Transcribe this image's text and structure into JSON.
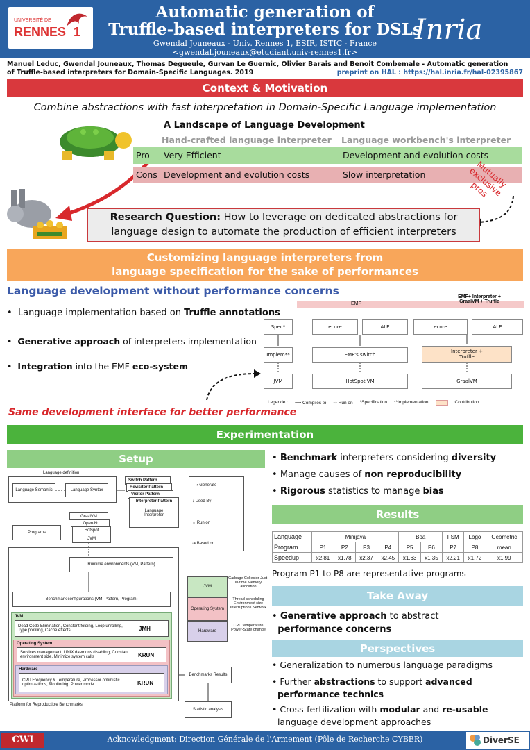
{
  "header": {
    "title_line1": "Automatic generation of",
    "title_line2": "Truffle-based interpreters for DSLs",
    "authors": "Gwendal Jouneaux - Univ. Rennes 1, ESIR, ISTIC - France",
    "email": "<gwendal.jouneaux@etudiant.univ-rennes1.fr>",
    "logo_left_small": "UNIVERSITÉ DE",
    "logo_left_big": "RENNES",
    "logo_left_num": "1",
    "logo_right": "Inria"
  },
  "citation": {
    "line1": "Manuel Leduc, Gwendal Jouneaux, Thomas Degueule, Gurvan Le Guernic, Olivier Barais and Benoit Combemale  - Automatic generation",
    "line2": "of Truffle-based interpreters for Domain-Specific Languages. 2019",
    "preprint": "preprint on HAL : https://hal.inria.fr/hal-02395867"
  },
  "context": {
    "bar_title": "Context & Motivation",
    "subtitle": "Combine abstractions with fast interpretation in Domain-Specific Language implementation",
    "table_title": "A Landscape of Language Development",
    "col1": "Hand-crafted language interpreter",
    "col2": "Language workbench's interpreter",
    "pro_label": "Pro",
    "pro_col1": "Very Efficient",
    "pro_col2": "Development and evolution costs",
    "cons_label": "Cons",
    "cons_col1": "Development and evolution costs",
    "cons_col2": "Slow interpretation",
    "mutually": [
      "Mutually",
      "exclusive",
      "pros"
    ],
    "rq_label": "Research Question:",
    "rq_text1": "How to leverage on dedicated abstractions for",
    "rq_text2": "language design to automate the production of efficient interpreters"
  },
  "custom": {
    "bar_line1": "Customizing language interpreters from",
    "bar_line2": "language specification for the sake of performances",
    "heading": "Language development without performance concerns",
    "b1_pre": "Language implementation based on ",
    "b1_bold": "Truffle annotations",
    "b2_bold": "Generative approach",
    "b2_post": " of interpreters implementation",
    "b3_bold": "Integration",
    "b3_mid": " into the EMF ",
    "b3_bold2": "eco-system",
    "tagline": "Same development interface for better performance",
    "diagram": {
      "emf": "EMF",
      "emf_plus1": "EMF+ Interpreter +",
      "emf_plus2": "GraalVM + Truffle",
      "spec": "Spec*",
      "ecore1": "ecore",
      "ale1": "ALE",
      "ecore2": "ecore",
      "ale2": "ALE",
      "implem": "Implem**",
      "emf_switch": "EMF's switch",
      "interp1": "Interpreter +",
      "interp2": "Truffle",
      "jvm": "JVM",
      "hotspot": "HotSpot VM",
      "graalvm": "GraalVM",
      "legend": "Legende :",
      "compiles": "Compiles to",
      "runon": "Run on",
      "specification": "*Specification",
      "implementation": "**Implementation",
      "contribution": "Contribution"
    }
  },
  "experimentation": {
    "bar_title": "Experimentation",
    "setup_title": "Setup",
    "e1_bold": "Benchmark",
    "e1_mid": " interpreters considering ",
    "e1_bold2": "diversity",
    "e2_pre": "Manage causes of ",
    "e2_bold": "non reproducibility",
    "e3_bold": "Rigorous",
    "e3_mid": " statistics to manage ",
    "e3_bold2": "bias",
    "setup": {
      "lang_def": "Language definition",
      "lang_sem": "Language Semantic",
      "lang_syn": "Language Syntax",
      "switch": "Switch Pattern",
      "revisitor": "Revisitor Pattern",
      "visitor": "Visitor Pattern",
      "interp_pat": "Interpreter Pattern",
      "lang_interp1": "Language",
      "lang_interp2": "Interpreter",
      "generate": "Generate",
      "used_by": "Used By",
      "run_on": "Run on",
      "based_on": "Based on",
      "graalvm": "GraalVM",
      "openj9": "OpenJ9",
      "hotspot": "Hotspot",
      "jvm": "JVM",
      "programs": "Programs",
      "runtime_env": "Runtime environments (VM, Pattern)",
      "bench_conf": "Benchmark configurations (VM, Pattern, Program)",
      "jvm_label": "JVM",
      "jvm_desc": "Dead Code Elimination, Constant folding, Loop unrolling, Type profiling, Cache effects, ..",
      "jmh": "JMH",
      "os_label": "Operating System",
      "os_desc": "Services management, UNIX daemons disabling, Constant environment size, Minimize system calls",
      "krun1": "KRUN",
      "hw_label": "Hardware",
      "hw_desc": "CPU Frequency & Temperature, Processor optimistic optimizations, Monitoring, Power mode",
      "krun2": "KRUN",
      "platform": "Platform for Reproductible Benchmarks",
      "bench_results": "Benchmarks Results",
      "stat": "Statistic analysis",
      "leg_jvm": "JVM",
      "leg_jvm_d": "Garbage Collector Just-in-time Memory allocation",
      "leg_os": "Operating System",
      "leg_os_d": "Thread scheduling Environment size Interruptions Network",
      "leg_hw": "Hardware",
      "leg_hw_d": "CPU temperature Power-State change"
    }
  },
  "results": {
    "title": "Results",
    "row1": [
      "Language",
      "Minijava",
      "Boa",
      "FSM",
      "Logo",
      "Geometric"
    ],
    "row2": [
      "Program",
      "P1",
      "P2",
      "P3",
      "P4",
      "P5",
      "P6",
      "P7",
      "P8",
      "mean"
    ],
    "row3": [
      "Speedup",
      "x2,81",
      "x1,78",
      "x2,37",
      "x2,45",
      "x1,63",
      "x1,35",
      "x2,21",
      "x1,72",
      "x1,99"
    ],
    "note": "Program P1 to P8 are representative programs"
  },
  "takeaway": {
    "title": "Take Away",
    "t_bold": "Generative approach",
    "t_post": " to abstract",
    "t_line2": "performance concerns"
  },
  "perspectives": {
    "title": "Perspectives",
    "p1": "Generalization to numerous language paradigms",
    "p2_pre": "Further ",
    "p2_bold": "abstractions",
    "p2_mid": " to support ",
    "p2_bold2": "advanced",
    "p2_line2": "performance technics",
    "p3_pre": "Cross-fertilization with ",
    "p3_bold": "modular",
    "p3_mid": " and ",
    "p3_bold2": "re-usable",
    "p3_line2": "language development approaches"
  },
  "footer": {
    "cwi": "CWI",
    "ack": "Acknowledgment: Direction Générale de l'Armement (Pôle de Recherche CYBER)",
    "diverse": "DiverSE"
  },
  "colors": {
    "header": "#2b62a4",
    "red": "#d9383d",
    "orange": "#f8a65a",
    "green": "#4bb33c",
    "lightblue": "#a9d5e2",
    "blue_heading": "#3c5ba9"
  }
}
